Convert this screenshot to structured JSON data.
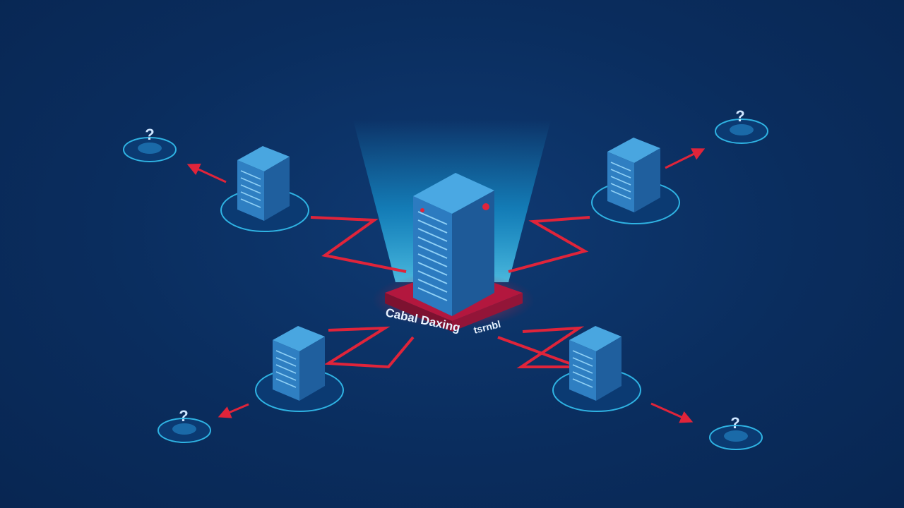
{
  "colors": {
    "background": "#0a2d5e",
    "server_front": "#2f7fc2",
    "server_side": "#1f5f9e",
    "server_top": "#49a6e0",
    "ring": "#2fb3e3",
    "link": "#e0243a",
    "beam": "#19c2ff",
    "pad": "#c0264a"
  },
  "central_server": {
    "label_left": "Cabal Daxing",
    "label_right": "tsrnbl",
    "icon": "server-rack-icon"
  },
  "satellite_servers": [
    {
      "id": "top-left",
      "icon": "server-icon"
    },
    {
      "id": "top-right",
      "icon": "server-icon"
    },
    {
      "id": "bottom-left",
      "icon": "server-icon"
    },
    {
      "id": "bottom-right",
      "icon": "server-icon"
    }
  ],
  "unknown_endpoints": [
    {
      "id": "top-left",
      "symbol": "?"
    },
    {
      "id": "top-right",
      "symbol": "?"
    },
    {
      "id": "bottom-left",
      "symbol": "?"
    },
    {
      "id": "bottom-right",
      "symbol": "?"
    }
  ]
}
